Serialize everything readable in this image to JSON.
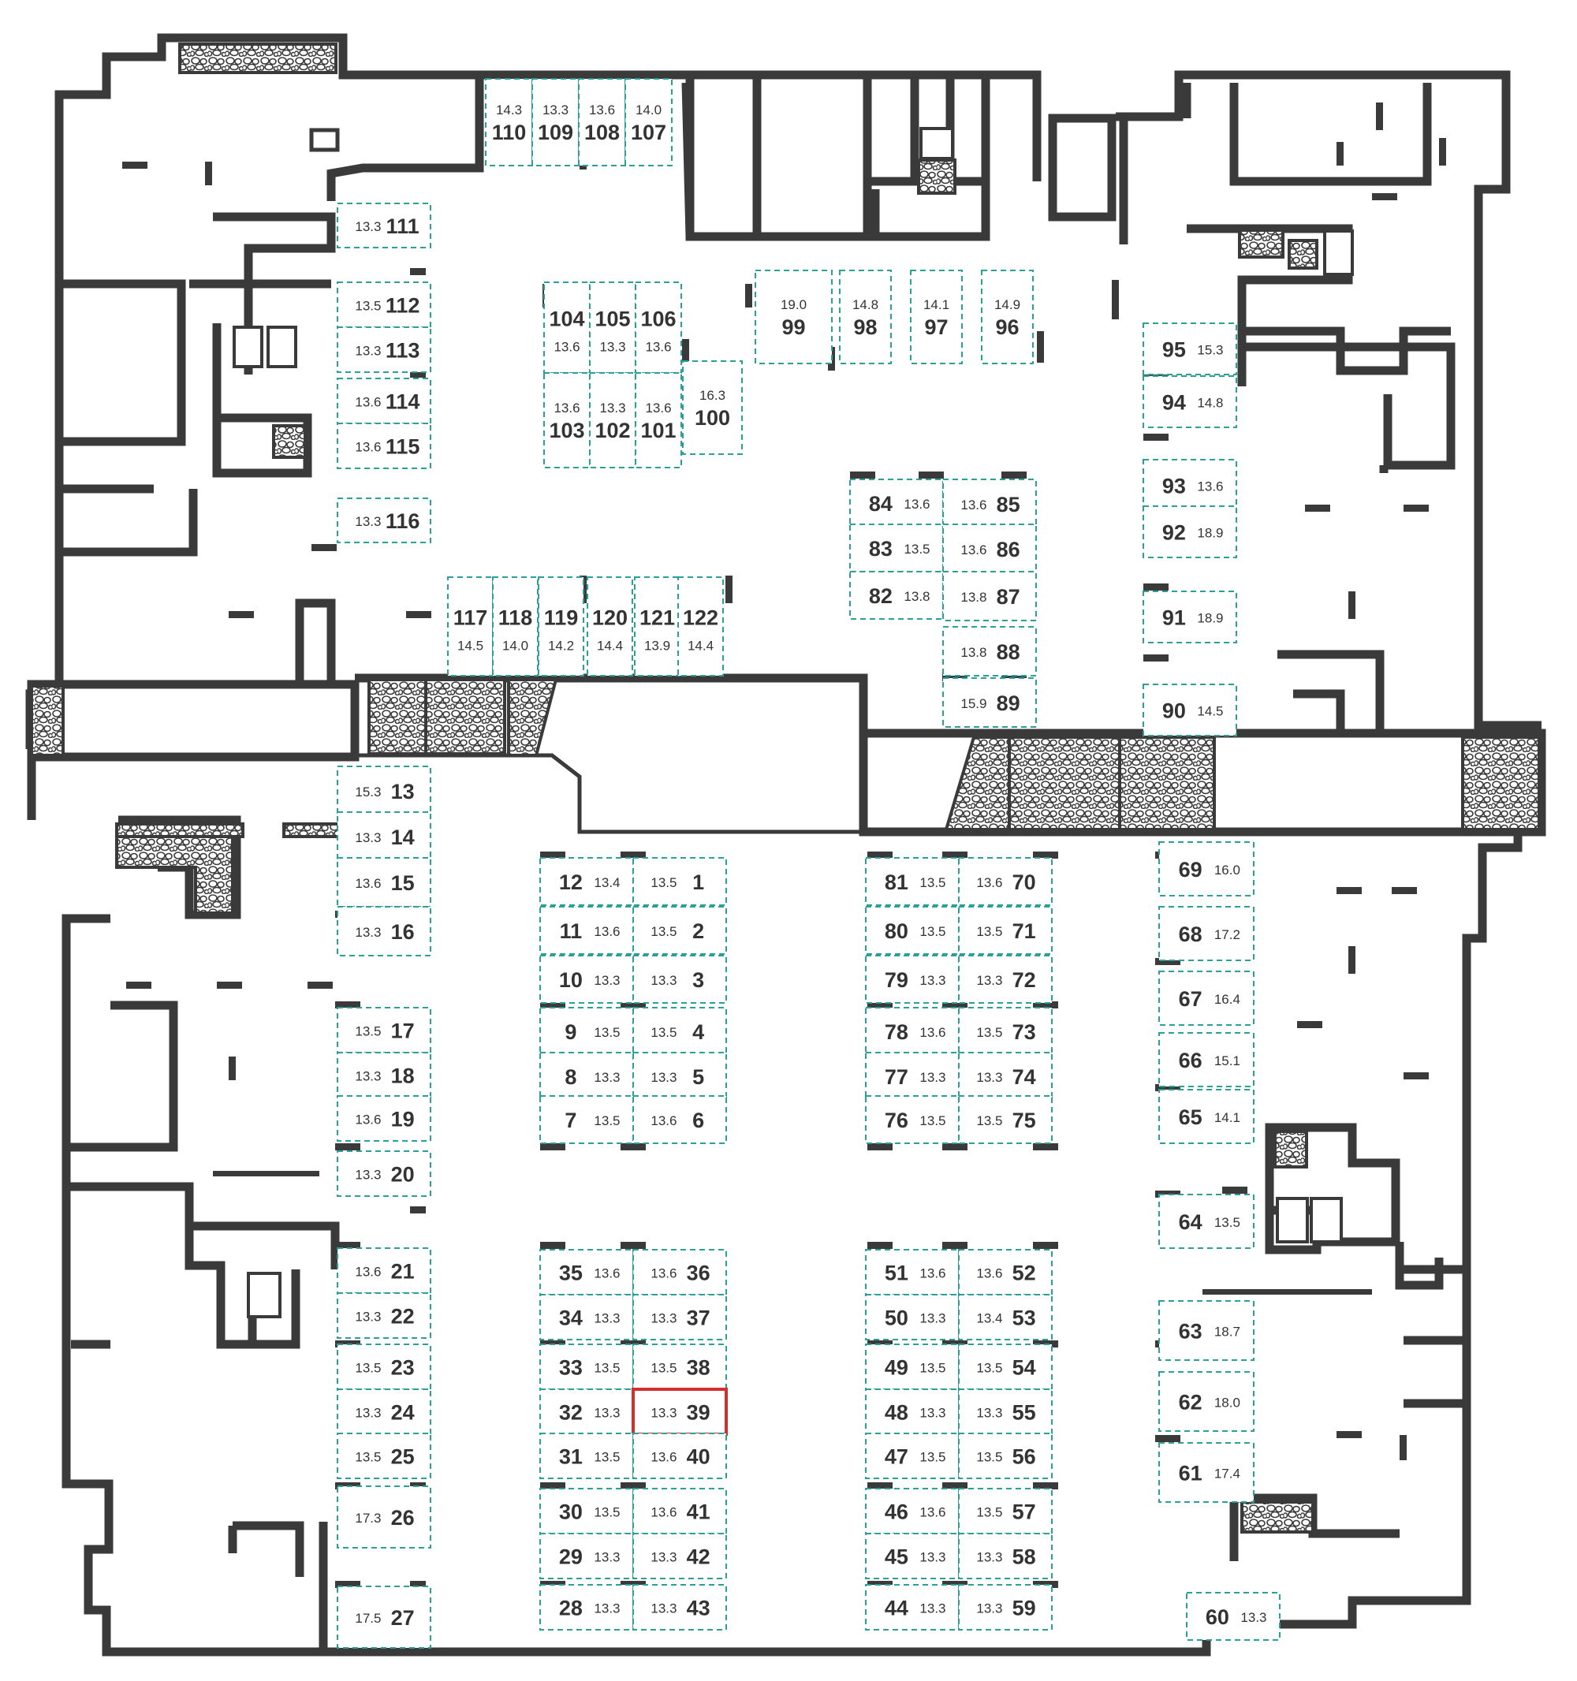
{
  "colors": {
    "wall": "#3a3a3a",
    "spot_outline": "#2aa198",
    "selected": "#d32f2f",
    "text": "#333333"
  },
  "selected_spot": "39",
  "spots": [
    {
      "num": "110",
      "area": "14.3"
    },
    {
      "num": "109",
      "area": "13.3"
    },
    {
      "num": "108",
      "area": "13.6"
    },
    {
      "num": "107",
      "area": "14.0"
    },
    {
      "num": "111",
      "area": "13.3"
    },
    {
      "num": "112",
      "area": "13.5"
    },
    {
      "num": "113",
      "area": "13.3"
    },
    {
      "num": "114",
      "area": "13.6"
    },
    {
      "num": "115",
      "area": "13.6"
    },
    {
      "num": "116",
      "area": "13.3"
    },
    {
      "num": "104",
      "area": "13.6"
    },
    {
      "num": "105",
      "area": "13.3"
    },
    {
      "num": "106",
      "area": "13.6"
    },
    {
      "num": "103",
      "area": "13.6"
    },
    {
      "num": "102",
      "area": "13.3"
    },
    {
      "num": "101",
      "area": "13.6"
    },
    {
      "num": "100",
      "area": "16.3"
    },
    {
      "num": "99",
      "area": "19.0"
    },
    {
      "num": "98",
      "area": "14.8"
    },
    {
      "num": "97",
      "area": "14.1"
    },
    {
      "num": "96",
      "area": "14.9"
    },
    {
      "num": "95",
      "area": "15.3"
    },
    {
      "num": "94",
      "area": "14.8"
    },
    {
      "num": "93",
      "area": "13.6"
    },
    {
      "num": "92",
      "area": "18.9"
    },
    {
      "num": "91",
      "area": "18.9"
    },
    {
      "num": "90",
      "area": "14.5"
    },
    {
      "num": "84",
      "area": "13.6"
    },
    {
      "num": "85",
      "area": "13.6"
    },
    {
      "num": "83",
      "area": "13.5"
    },
    {
      "num": "86",
      "area": "13.6"
    },
    {
      "num": "82",
      "area": "13.8"
    },
    {
      "num": "87",
      "area": "13.8"
    },
    {
      "num": "88",
      "area": "13.8"
    },
    {
      "num": "89",
      "area": "15.9"
    },
    {
      "num": "117",
      "area": "14.5"
    },
    {
      "num": "118",
      "area": "14.0"
    },
    {
      "num": "119",
      "area": "14.2"
    },
    {
      "num": "120",
      "area": "14.4"
    },
    {
      "num": "121",
      "area": "13.9"
    },
    {
      "num": "122",
      "area": "14.4"
    },
    {
      "num": "13",
      "area": "15.3"
    },
    {
      "num": "14",
      "area": "13.3"
    },
    {
      "num": "15",
      "area": "13.6"
    },
    {
      "num": "16",
      "area": "13.3"
    },
    {
      "num": "17",
      "area": "13.5"
    },
    {
      "num": "18",
      "area": "13.3"
    },
    {
      "num": "19",
      "area": "13.6"
    },
    {
      "num": "20",
      "area": "13.3"
    },
    {
      "num": "21",
      "area": "13.6"
    },
    {
      "num": "22",
      "area": "13.3"
    },
    {
      "num": "23",
      "area": "13.5"
    },
    {
      "num": "24",
      "area": "13.3"
    },
    {
      "num": "25",
      "area": "13.5"
    },
    {
      "num": "26",
      "area": "17.3"
    },
    {
      "num": "27",
      "area": "17.5"
    },
    {
      "num": "12",
      "area": "13.4"
    },
    {
      "num": "1",
      "area": "13.5"
    },
    {
      "num": "11",
      "area": "13.6"
    },
    {
      "num": "2",
      "area": "13.5"
    },
    {
      "num": "10",
      "area": "13.3"
    },
    {
      "num": "3",
      "area": "13.3"
    },
    {
      "num": "9",
      "area": "13.5"
    },
    {
      "num": "4",
      "area": "13.5"
    },
    {
      "num": "8",
      "area": "13.3"
    },
    {
      "num": "5",
      "area": "13.3"
    },
    {
      "num": "7",
      "area": "13.5"
    },
    {
      "num": "6",
      "area": "13.6"
    },
    {
      "num": "81",
      "area": "13.5"
    },
    {
      "num": "70",
      "area": "13.6"
    },
    {
      "num": "80",
      "area": "13.5"
    },
    {
      "num": "71",
      "area": "13.5"
    },
    {
      "num": "79",
      "area": "13.3"
    },
    {
      "num": "72",
      "area": "13.3"
    },
    {
      "num": "78",
      "area": "13.6"
    },
    {
      "num": "73",
      "area": "13.5"
    },
    {
      "num": "77",
      "area": "13.3"
    },
    {
      "num": "74",
      "area": "13.3"
    },
    {
      "num": "76",
      "area": "13.5"
    },
    {
      "num": "75",
      "area": "13.5"
    },
    {
      "num": "69",
      "area": "16.0"
    },
    {
      "num": "68",
      "area": "17.2"
    },
    {
      "num": "67",
      "area": "16.4"
    },
    {
      "num": "66",
      "area": "15.1"
    },
    {
      "num": "65",
      "area": "14.1"
    },
    {
      "num": "64",
      "area": "13.5"
    },
    {
      "num": "63",
      "area": "18.7"
    },
    {
      "num": "62",
      "area": "18.0"
    },
    {
      "num": "61",
      "area": "17.4"
    },
    {
      "num": "60",
      "area": "13.3"
    },
    {
      "num": "35",
      "area": "13.6"
    },
    {
      "num": "36",
      "area": "13.6"
    },
    {
      "num": "34",
      "area": "13.3"
    },
    {
      "num": "37",
      "area": "13.3"
    },
    {
      "num": "33",
      "area": "13.5"
    },
    {
      "num": "38",
      "area": "13.5"
    },
    {
      "num": "32",
      "area": "13.3"
    },
    {
      "num": "39",
      "area": "13.3"
    },
    {
      "num": "31",
      "area": "13.5"
    },
    {
      "num": "40",
      "area": "13.6"
    },
    {
      "num": "30",
      "area": "13.5"
    },
    {
      "num": "41",
      "area": "13.6"
    },
    {
      "num": "29",
      "area": "13.3"
    },
    {
      "num": "42",
      "area": "13.3"
    },
    {
      "num": "28",
      "area": "13.3"
    },
    {
      "num": "43",
      "area": "13.3"
    },
    {
      "num": "51",
      "area": "13.6"
    },
    {
      "num": "52",
      "area": "13.6"
    },
    {
      "num": "50",
      "area": "13.3"
    },
    {
      "num": "53",
      "area": "13.4"
    },
    {
      "num": "49",
      "area": "13.5"
    },
    {
      "num": "54",
      "area": "13.5"
    },
    {
      "num": "48",
      "area": "13.3"
    },
    {
      "num": "55",
      "area": "13.3"
    },
    {
      "num": "47",
      "area": "13.5"
    },
    {
      "num": "56",
      "area": "13.5"
    },
    {
      "num": "46",
      "area": "13.6"
    },
    {
      "num": "57",
      "area": "13.5"
    },
    {
      "num": "45",
      "area": "13.3"
    },
    {
      "num": "58",
      "area": "13.3"
    },
    {
      "num": "44",
      "area": "13.3"
    },
    {
      "num": "59",
      "area": "13.3"
    }
  ]
}
